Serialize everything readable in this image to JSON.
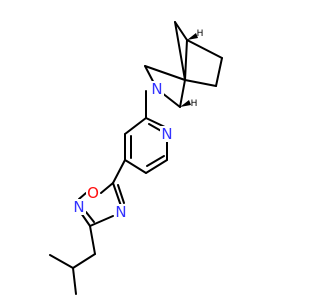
{
  "colors": {
    "bond": "#000000",
    "nitrogen": "#3333ff",
    "oxygen": "#ff0d0d",
    "background": "#ffffff"
  },
  "atoms": {
    "n_bicyclic": {
      "symbol": "N",
      "element": "nitrogen"
    },
    "n_pyridine": {
      "symbol": "N",
      "element": "nitrogen"
    },
    "o_oxadiazole": {
      "symbol": "O",
      "element": "oxygen"
    },
    "n_oxadiazole_2": {
      "symbol": "N",
      "element": "nitrogen"
    },
    "n_oxadiazole_4": {
      "symbol": "N",
      "element": "nitrogen"
    }
  }
}
